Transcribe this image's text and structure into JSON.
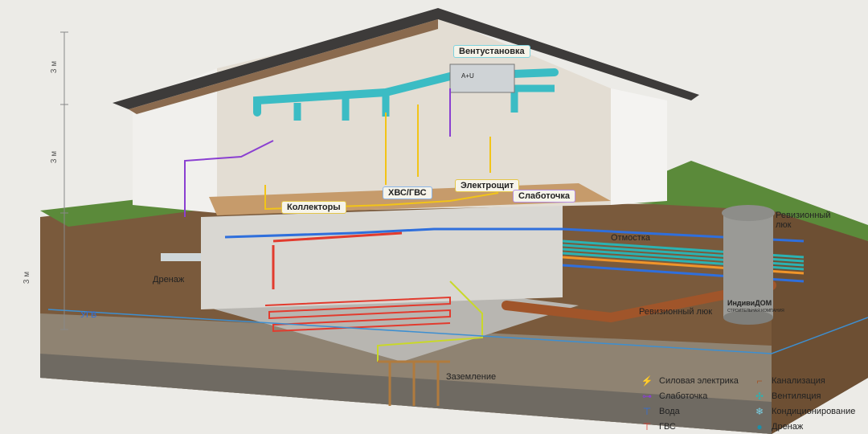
{
  "dimensions": [
    "3 м",
    "3 м",
    "3 м"
  ],
  "labels": {
    "ventilation_unit": "Вентустановка",
    "collectors": "Коллекторы",
    "hot_water": "ХВС/ГВС",
    "electrical_panel": "Электрощит",
    "low_current": "Слаботочка",
    "drainage": "Дренаж",
    "groundwater": "УГВ",
    "grounding": "Заземление",
    "blind_area": "Отмостка",
    "inspection_hatch": "Ревизионный люк",
    "inspection_hatch_pipe": "Ревизионный люк",
    "brand": "ИндивиДОМ",
    "brand_sub": "СТРОИТЕЛЬНАЯ КОМПАНИЯ",
    "vent_unit_text": "A+U"
  },
  "legend": [
    {
      "icon": "lightning-icon",
      "glyph": "⚡",
      "label": "Силовая электрика",
      "color": "#f2c418"
    },
    {
      "icon": "network-icon",
      "glyph": "⊶",
      "label": "Слаботочка",
      "color": "#8a3fd1"
    },
    {
      "icon": "water-tap-icon",
      "glyph": "⊤",
      "label": "Вода",
      "color": "#2f6fdc"
    },
    {
      "icon": "hot-water-tap-icon",
      "glyph": "⊤",
      "label": "ГВС",
      "color": "#e23b2e"
    },
    {
      "icon": "sewer-pipe-icon",
      "glyph": "⌐",
      "label": "Канализация",
      "color": "#a0552a"
    },
    {
      "icon": "fan-icon",
      "glyph": "✣",
      "label": "Вентиляция",
      "color": "#2bb3b3"
    },
    {
      "icon": "snowflake-icon",
      "glyph": "❄",
      "label": "Кондиционирование",
      "color": "#7ad3e8"
    },
    {
      "icon": "drop-icon",
      "glyph": "●",
      "label": "Дренаж",
      "color": "#1d8fa8"
    }
  ]
}
